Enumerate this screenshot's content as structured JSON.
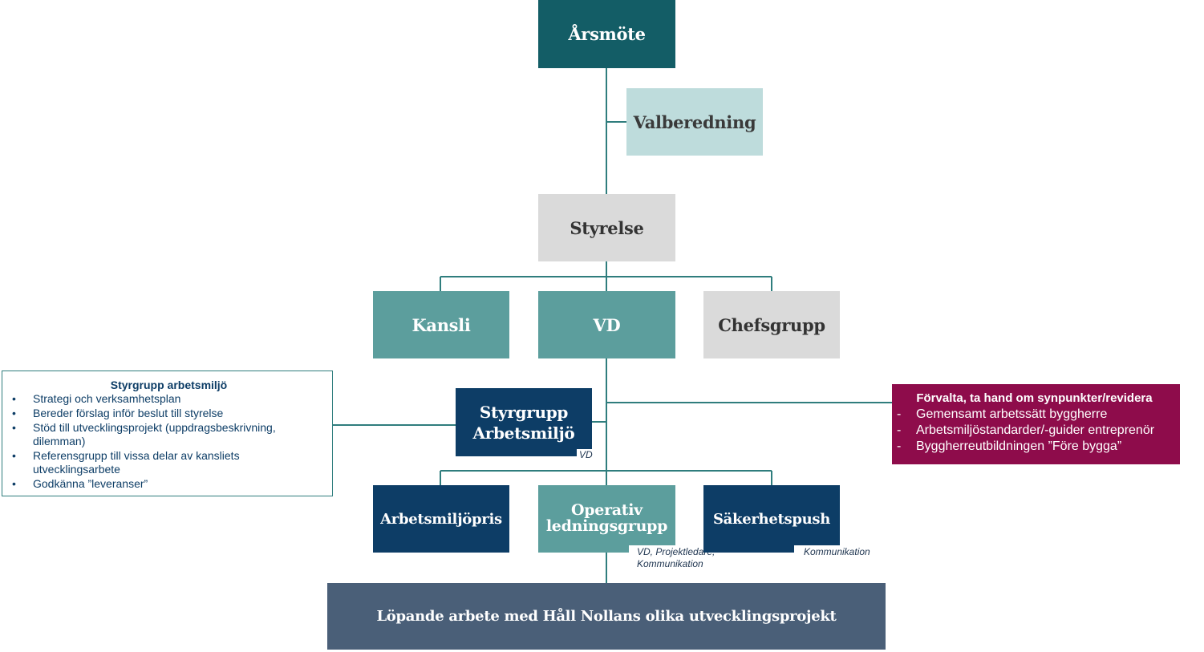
{
  "nodes": {
    "arsmote": "Årsmöte",
    "valberedning": "Valberedning",
    "styrelse": "Styrelse",
    "kansli": "Kansli",
    "vd": "VD",
    "chefsgrupp": "Chefsgrupp",
    "styrgrupp_line1": "Styrgrupp",
    "styrgrupp_line2": "Arbetsmiljö",
    "arbetsmiljopris": "Arbetsmiljöpris",
    "operativ_line1": "Operativ",
    "operativ_line2": "ledningsgrupp",
    "sakerhetspush": "Säkerhetspush",
    "lopande": "Löpande arbete med Håll Nollans olika utvecklingsprojekt"
  },
  "notes": {
    "styrgrupp_note": "VD",
    "operativ_note_line1": "VD, Projektledare,",
    "operativ_note_line2": "Kommunikation",
    "sakerhetspush_note": "Kommunikation"
  },
  "info_box": {
    "title": "Styrgrupp arbetsmiljö",
    "items": [
      "Strategi och verksamhetsplan",
      "Bereder förslag  inför beslut till styrelse",
      "Stöd till utvecklingsprojekt (uppdragsbeskrivning, dilemman)",
      "Referensgrupp till vissa delar av kansliets utvecklingsarbete",
      "Godkänna ”leveranser”"
    ]
  },
  "magenta_box": {
    "title": "Förvalta, ta hand om synpunkter/revidera",
    "items": [
      "Gemensamt arbetssätt byggherre",
      "Arbetsmiljöstandarder/-guider entreprenör",
      "Byggherreutbildningen ”Före bygga”"
    ]
  },
  "colors": {
    "dark_teal": "#135d66",
    "light_teal": "#bedcdc",
    "grey": "#dadada",
    "mid_teal": "#5c9e9d",
    "navy": "#0d3d66",
    "slate": "#4a5f78",
    "magenta": "#8e0c4b",
    "line": "#2f7d7d"
  }
}
